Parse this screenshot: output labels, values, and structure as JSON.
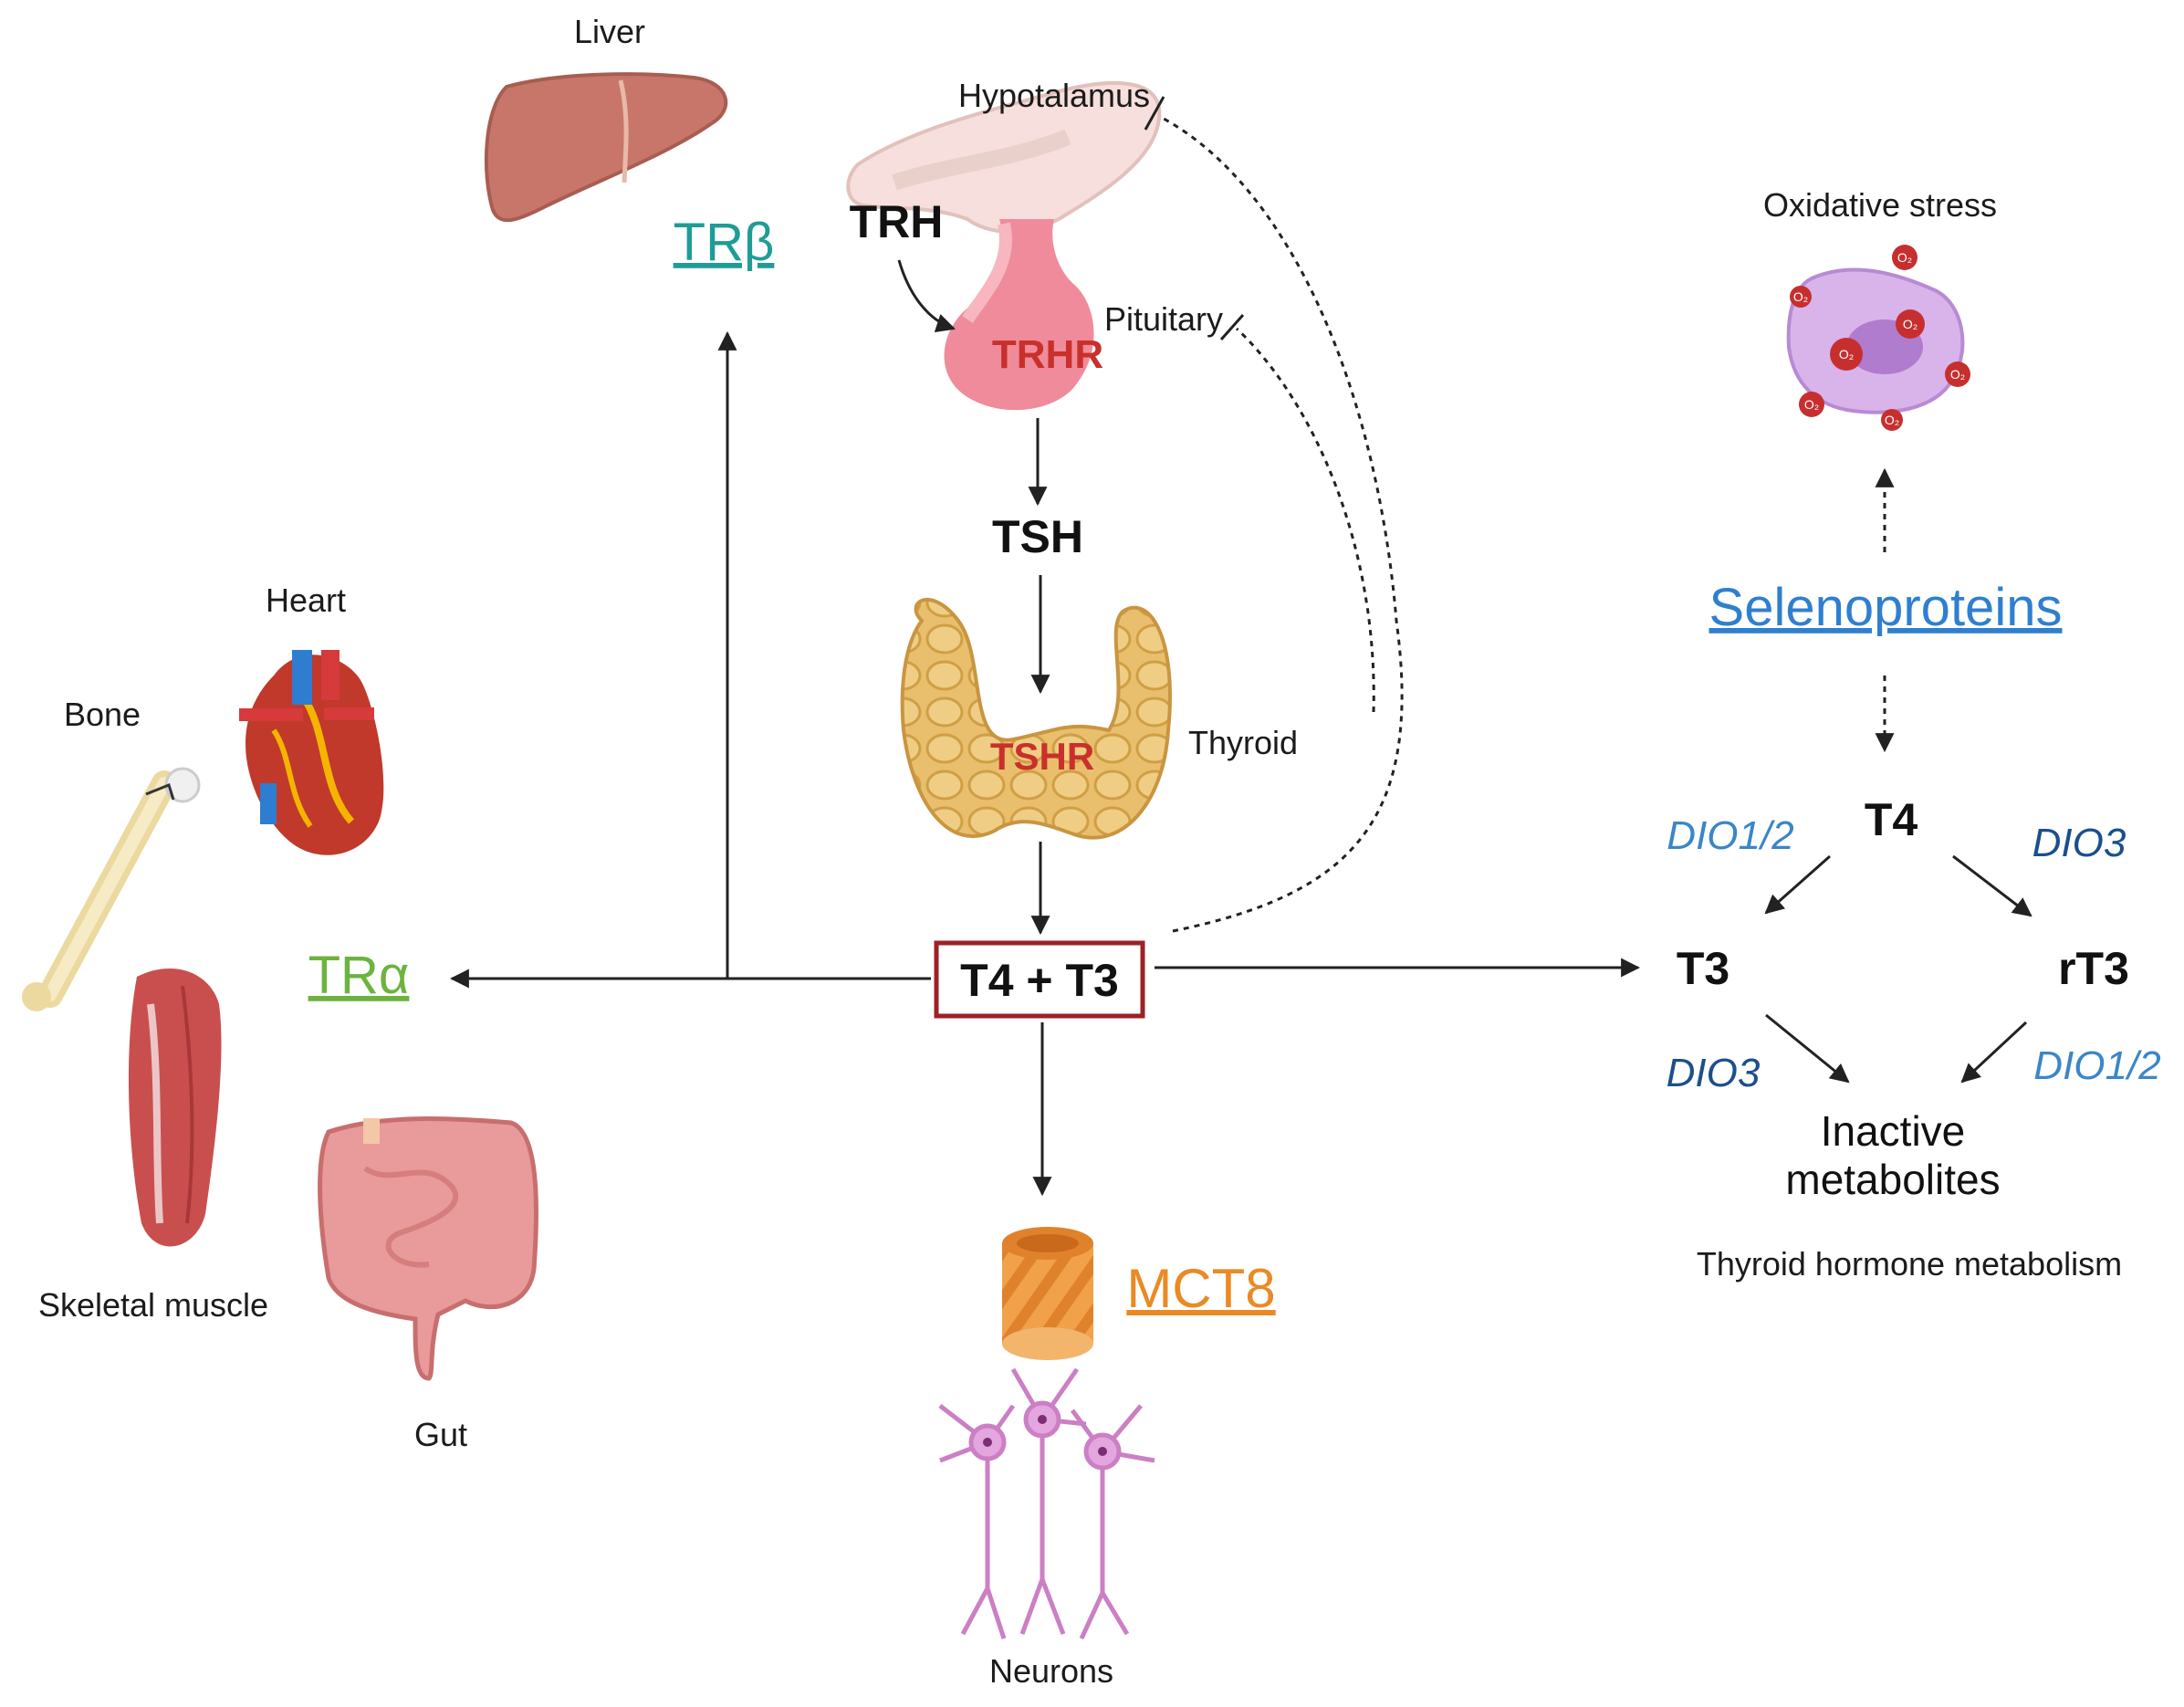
{
  "colors": {
    "teal": "#1f9c96",
    "green": "#6cb33f",
    "orange": "#ea8a25",
    "blue": "#2f7fd0",
    "dio_blue": "#3a86c8",
    "dio_dark": "#1b4f8c",
    "receptor_red": "#c9302c",
    "box_border": "#9b2226"
  },
  "organs": {
    "liver": "Liver",
    "heart": "Heart",
    "bone": "Bone",
    "skeletal_muscle": "Skeletal muscle",
    "gut": "Gut",
    "neurons": "Neurons"
  },
  "axis": {
    "hypothalamus": "Hypotalamus",
    "trh": "TRH",
    "trhr": "TRHR",
    "pituitary": "Pituitary",
    "tsh": "TSH",
    "tshr": "TSHR",
    "thyroid": "Thyroid",
    "t4_t3": "T4 + T3"
  },
  "receptors": {
    "tr_beta": "TRβ",
    "tr_alpha": "TRα",
    "mct8": "MCT8"
  },
  "metabolism": {
    "oxidative_stress": "Oxidative stress",
    "selenoproteins": "Selenoproteins",
    "t4": "T4",
    "t3": "T3",
    "rt3": "rT3",
    "dio12_left": "DIO1/2",
    "dio3_right": "DIO3",
    "dio3_left": "DIO3",
    "dio12_right": "DIO1/2",
    "inactive_line1": "Inactive",
    "inactive_line2": "metabolites",
    "caption": "Thyroid hormone metabolism",
    "o2_label": "O₂"
  },
  "icons": [
    "liver-icon",
    "heart-icon",
    "bone-icon",
    "skeletal-muscle-icon",
    "gut-icon",
    "neurons-icon",
    "hypothalamus-icon",
    "pituitary-icon",
    "thyroid-icon",
    "mct8-transporter-icon",
    "oxidative-stress-cell-icon"
  ]
}
